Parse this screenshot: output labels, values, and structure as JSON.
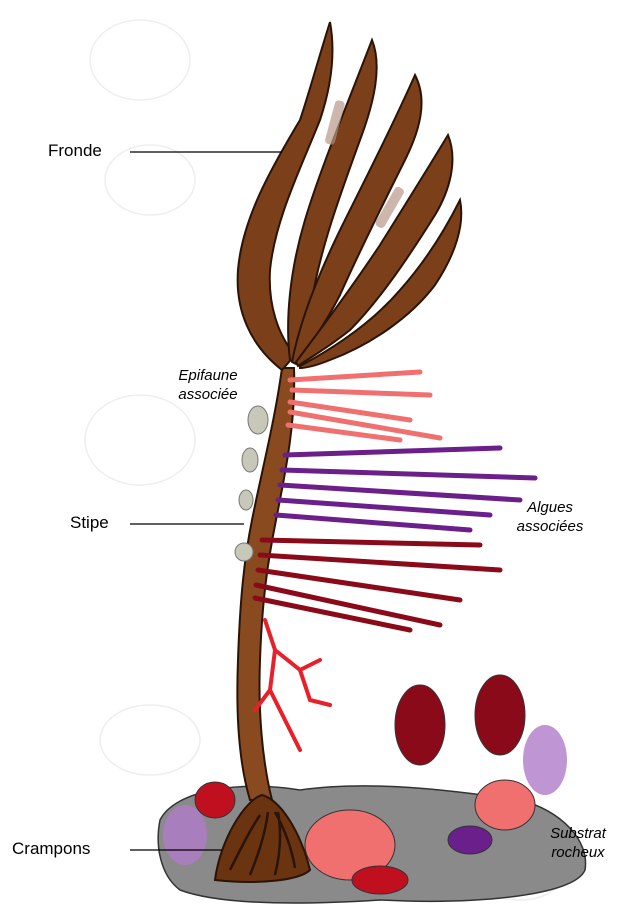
{
  "labels": {
    "fronde": "Fronde",
    "stipe": "Stipe",
    "crampons": "Crampons",
    "epifaune_line1": "Epifaune",
    "epifaune_line2": "associée",
    "algues_line1": "Algues",
    "algues_line2": "associées",
    "substrat_line1": "Substrat",
    "substrat_line2": "rocheux"
  },
  "colors": {
    "kelp_brown": "#7b3f1a",
    "kelp_dark": "#3d1f0c",
    "rock": "#8a8a8a",
    "pink_alga": "#f07070",
    "purple_alga": "#6a1f8a",
    "dark_red_alga": "#8b0a1a",
    "red_alga": "#e8202a",
    "lilac_alga": "#b07ac8"
  }
}
